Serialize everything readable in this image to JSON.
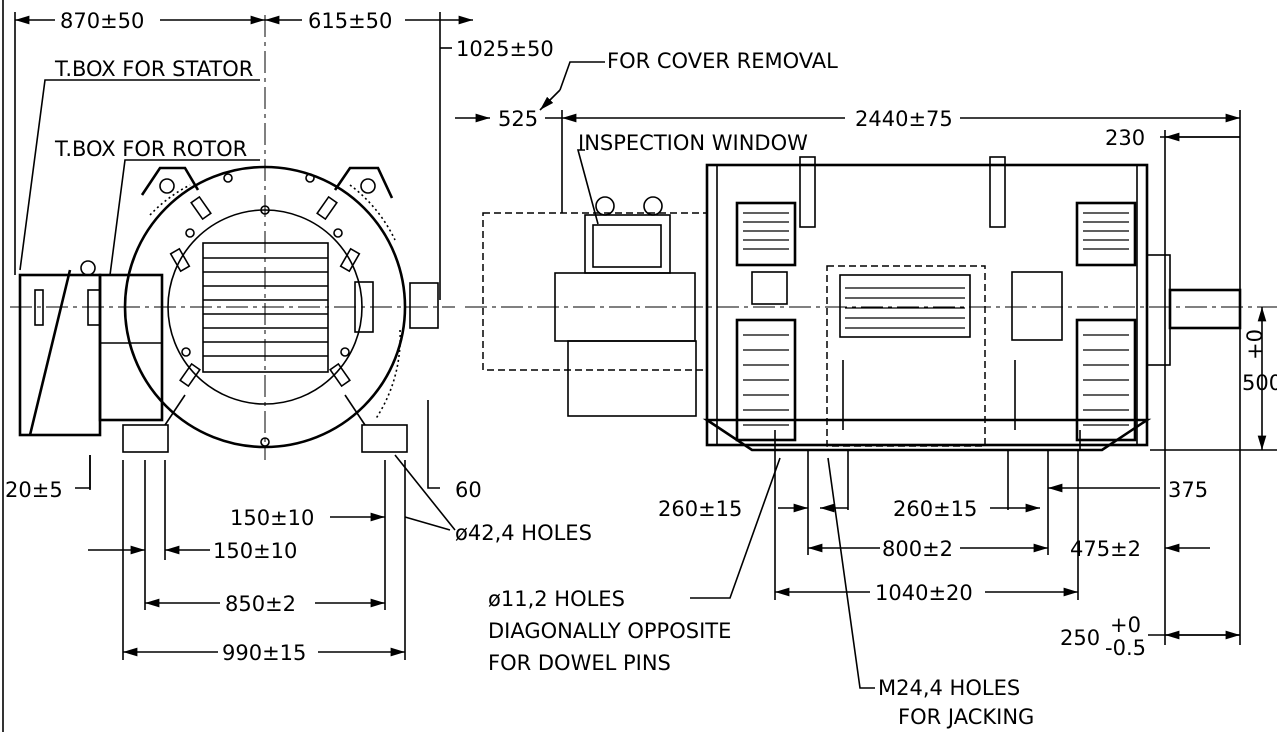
{
  "dims": {
    "d870": "870±50",
    "d615": "615±50",
    "d1025": "1025±50",
    "d525": "525",
    "d2440": "2440±75",
    "d230": "230",
    "d500": "500",
    "d500_tol_top": "+0",
    "d20": "20±5",
    "d60": "60",
    "d150a": "150±10",
    "d150b": "150±10",
    "d850": "850±2",
    "d990": "990±15",
    "d260a": "260±15",
    "d260b": "260±15",
    "d375": "375",
    "d800": "800±2",
    "d475": "475±2",
    "d1040": "1040±20",
    "d250": "250",
    "d250_tol_top": "+0",
    "d250_tol_bot": "-0.5"
  },
  "notes": {
    "tbox_stator": "T.BOX FOR STATOR",
    "tbox_rotor": "T.BOX FOR ROTOR",
    "cover_removal": "FOR COVER REMOVAL",
    "inspection": "INSPECTION WINDOW",
    "holes42": "ø42,4 HOLES",
    "holes11_l1": "ø11,2 HOLES",
    "holes11_l2": "DIAGONALLY OPPOSITE",
    "holes11_l3": "FOR DOWEL PINS",
    "m24_l1": "M24,4 HOLES",
    "m24_l2": "FOR JACKING"
  }
}
